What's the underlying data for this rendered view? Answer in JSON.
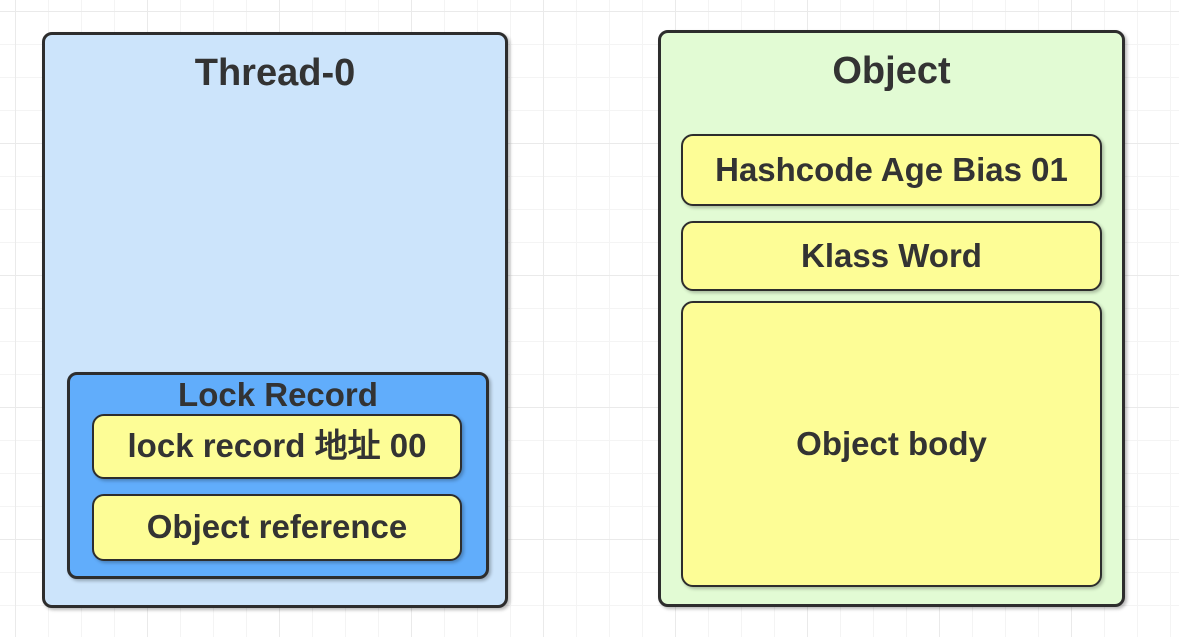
{
  "canvas": {
    "background": "#ffffff",
    "grid_minor_color": "#f4f4f4",
    "grid_major_color": "#eaeaea"
  },
  "colors": {
    "border": "#2d2d2d",
    "text": "#333333",
    "thread_fill": "#cce4fb",
    "lock_record_fill": "#61adfb",
    "field_fill": "#fdfd96",
    "object_fill": "#e2fbd4"
  },
  "thread": {
    "title": "Thread-0",
    "lock_record": {
      "title": "Lock Record",
      "fields": [
        {
          "label": "lock record 地址 00"
        },
        {
          "label": "Object reference"
        }
      ]
    }
  },
  "object": {
    "title": "Object",
    "fields": [
      {
        "label": "Hashcode Age Bias 01"
      },
      {
        "label": "Klass Word"
      },
      {
        "label": "Object body"
      }
    ]
  }
}
